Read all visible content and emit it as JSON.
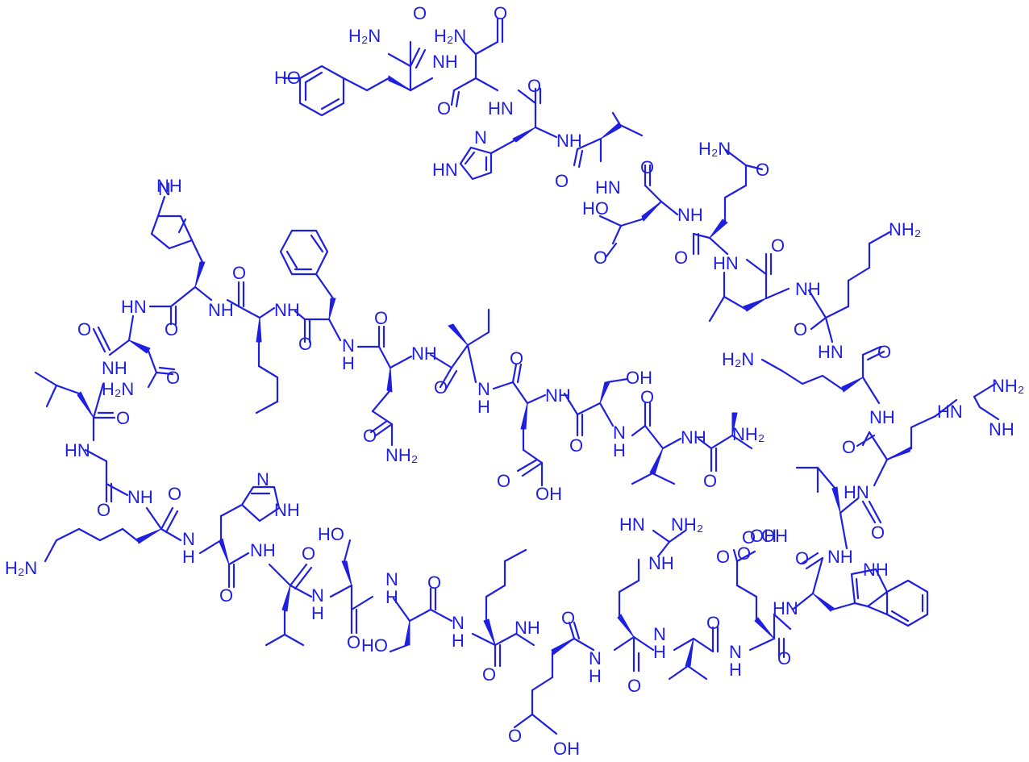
{
  "structure": {
    "color": "#1f1fe0",
    "atom_labels": {
      "h2n_tyr_amide": "H₂N",
      "h2n_asn1_amide": "H₂N",
      "nh_tyr_asn": "NH",
      "hn_asn_his": "HN",
      "o_tyr_amide": "O",
      "o_asn1_side": "O",
      "o_asn1_bb": "O",
      "o_his1_bb": "O",
      "ho_tyr": "HO",
      "n_his1_ring": "N",
      "hn_his1_ring": "HN",
      "nh_his_val": "NH",
      "hn_val_asp": "HN",
      "o_val_bb": "O",
      "o_asp_bb": "O",
      "ho_asp_side": "HO",
      "o_asp_side": "O",
      "nh_asp_gln": "NH",
      "o_gln_bb": "O",
      "h2n_gln_side": "H₂N",
      "o_gln_side": "O",
      "hn_gln_leu": "HN",
      "o_leu1_bb": "O",
      "nh_leu_lys": "NH",
      "o_lys1_bb": "O",
      "nh2_lys1": "NH₂",
      "hn_lys_lys": "HN",
      "o_lys2_bb": "O",
      "h2n_lys2": "H₂N",
      "nh_lys_arg": "NH",
      "o_arg1_bb": "O",
      "hn_arg1_side": "HN",
      "nh2_arg1_side": "NH₂",
      "nh_arg1_side": "NH",
      "hn_arg_leu": "HN",
      "o_leu2_bb": "O",
      "nh_leu_trp": "NH",
      "o_trp_bb": "O",
      "nh_trp_ring": "NH",
      "hn_trp_glu": "HN",
      "o_glu_bb_c": "O",
      "o_glu_side_c": "O",
      "oh_glu_side_c": "OH",
      "nh_his2_ring": "N",
      "hn_his2_ring": "NH",
      "hn_his2_bb": "HN",
      "o_his2_bb": "O",
      "nh_his2_nle": "NH",
      "o_nle1_bb": "O",
      "hn_nle_phe": "NH",
      "o_phe_bb": "O",
      "hn_phe_gln": "N",
      "h_phe_gln": "H",
      "o_gln2_bb": "O",
      "nh_gln2_ile": "NH",
      "o_gln2_side": "O",
      "nh2_gln2_side": "NH₂",
      "o_ile_bb": "O",
      "nh_ile_glu": "N",
      "h_ile_glu": "H",
      "o_glu2_bb": "O",
      "nh_glu2_ser": "NH",
      "o_glu2_side": "O",
      "oh_glu2_side": "OH",
      "o_ser1_bb": "O",
      "oh_ser1": "OH",
      "nh_ser_val": "N",
      "h_ser_val": "H",
      "o_val2_bb": "O",
      "nh_val_ala": "NH",
      "o_ala_bb": "O",
      "nh2_ala": "NH₂",
      "hn_asn_nh": "HN",
      "o_asn2_bb": "O",
      "nh2_asn2": "H₂N",
      "o_asn2_side": "O",
      "nh_leu3_asn": "NH",
      "o_leu3_bb": "O",
      "hn_gly": "HN",
      "o_gly_bb": "O",
      "nh_gly_lys": "NH",
      "o_lys3_bb": "O",
      "h2n_lys3": "H₂N",
      "nh_lys3_his": "N",
      "h_lys3_his": "H",
      "o_his3_bb": "O",
      "n_his3_ring": "N",
      "nh_his3_ring": "NH",
      "nh_his3_leu": "NH",
      "o_leu4_bb": "O",
      "nh_leu4_ser": "N",
      "h_leu4_ser": "H",
      "ho_ser2": "HO",
      "o_ser2_bb": "O",
      "nh_ser2_ser3": "N",
      "h_ser2_ser3": "H",
      "ho_ser3": "HO",
      "o_ser3_bb": "O",
      "nh_ser3_nle": "N",
      "h_ser3_nle": "H",
      "o_nle2_bb": "O",
      "nh_nle2_glu": "NH",
      "o_glu3_bb": "O",
      "o_glu3_side": "O",
      "oh_glu3_side": "OH",
      "nh_glu3_arg": "N",
      "h_glu3_arg": "H",
      "o_arg2_bb": "O",
      "hn_arg2_side": "HN",
      "nh2_arg2_side": "NH₂",
      "nh_arg2_side": "NH",
      "nh_arg2_val": "N",
      "h_arg2_val": "H",
      "o_val3_bb": "O",
      "nh_val3_glu": "N",
      "h_val3_glu": "H",
      "o_glu4_bb": "O",
      "o_glu4_side": "O",
      "oh_glu4_side": "OH"
    }
  }
}
